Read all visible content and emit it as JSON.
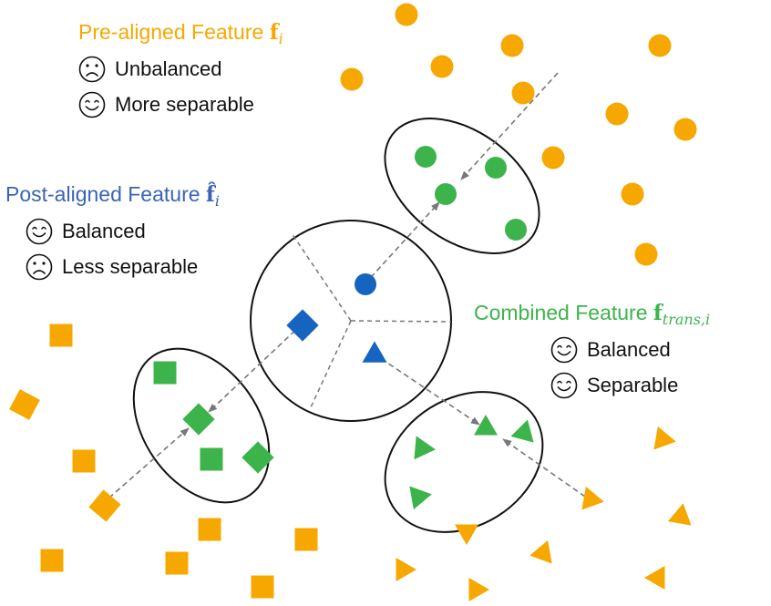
{
  "colors": {
    "orange": "#f7a800",
    "green": "#3cb44b",
    "blue": "#1565c0",
    "feature_blue": "#3a64b5",
    "line": "#111111",
    "dash": "#777777"
  },
  "pre": {
    "label": "Pre-aligned Feature ",
    "symbol": "f",
    "subscript": "i",
    "items": [
      {
        "face": "sad-face-icon",
        "text": "Unbalanced"
      },
      {
        "face": "smile-face-icon",
        "text": "More separable"
      }
    ]
  },
  "post": {
    "label": "Post-aligned Feature ",
    "symbol": "f̂",
    "subscript": "i",
    "items": [
      {
        "face": "smile-face-icon",
        "text": "Balanced"
      },
      {
        "face": "sad-face-icon",
        "text": "Less separable"
      }
    ]
  },
  "combined": {
    "label": "Combined Feature ",
    "symbol": "f",
    "subscript": "trans,i",
    "items": [
      {
        "face": "smile-face-icon",
        "text": "Balanced"
      },
      {
        "face": "smile-face-icon",
        "text": "Separable"
      }
    ]
  }
}
